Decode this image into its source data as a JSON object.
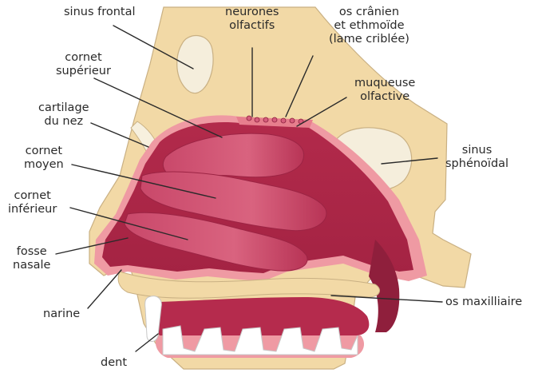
{
  "diagram": {
    "labels": {
      "sinus_frontal": [
        "sinus frontal"
      ],
      "neurones_olfactifs": [
        "neurones",
        "olfactifs"
      ],
      "os_cranien": [
        "os crânien",
        "et ethmoïde",
        "(lame criblée)"
      ],
      "cornet_superieur": [
        "cornet",
        "supérieur"
      ],
      "muqueuse_olfactive": [
        "muqueuse",
        "olfactive"
      ],
      "cartilage_du_nez": [
        "cartilage",
        "du nez"
      ],
      "cornet_moyen": [
        "cornet",
        "moyen"
      ],
      "sinus_sphenoidal": [
        "sinus",
        "sphénoïdal"
      ],
      "cornet_inferieur": [
        "cornet",
        "inférieur"
      ],
      "fosse_nasale": [
        "fosse",
        "nasale"
      ],
      "os_maxilliaire": [
        "os maxilliaire"
      ],
      "narine": [
        "narine"
      ],
      "dent": [
        "dent"
      ]
    },
    "colors": {
      "bone": "#f2d9a6",
      "bone_edge": "#c9b083",
      "sinus_fill": "#f5eedc",
      "mucosa": "#ef9aa3",
      "cavity": "#b52b4d",
      "cavity_dark": "#8f1f3c",
      "tooth": "#ffffff",
      "leader": "#2a2a2a"
    }
  }
}
